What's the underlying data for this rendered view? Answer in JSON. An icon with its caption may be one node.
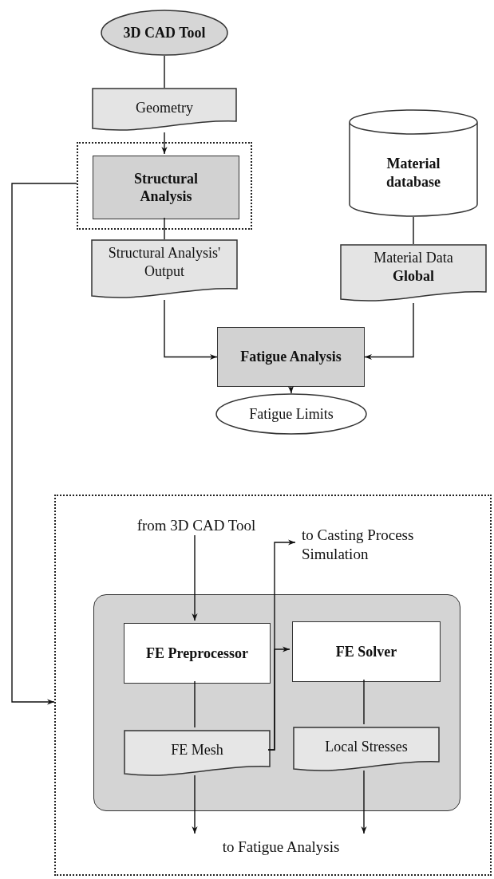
{
  "diagram": {
    "nodes": [
      {
        "text": [
          "3D CAD Tool"
        ]
      },
      {
        "text": [
          "Geometry"
        ]
      },
      {
        "text": [],
        "shape": "box"
      },
      {
        "text": [
          "Structural Analysis"
        ],
        "in": 2
      },
      {
        "text": [
          "Structural Analysis' Output"
        ]
      },
      {
        "text": [
          "Material database"
        ]
      },
      {
        "text": [
          "Material Data **Global**"
        ]
      },
      {
        "text": [
          "Fatigue Analysis"
        ]
      },
      {
        "text": [
          "Fatigue Limits"
        ]
      },
      {
        "text": [],
        "shape": "box"
      },
      {
        "text": [
          "from 3D CAD Tool"
        ],
        "in": 9
      },
      {
        "text": [
          "to Casting Process Simulation"
        ],
        "in": 9
      },
      {
        "text": [],
        "shape": "box",
        "in": 9
      },
      {
        "text": [
          "FE Preprocessor"
        ],
        "in": 12
      },
      {
        "text": [
          "FE Solver"
        ],
        "in": 12
      },
      {
        "text": [
          "FE Mesh"
        ],
        "in": 12
      },
      {
        "text": [
          "Local Stresses"
        ],
        "in": 12
      },
      {
        "text": [
          "to Fatigue Analysis"
        ],
        "in": 9
      }
    ],
    "edges": [
      {
        "from": 0,
        "to": 1,
        "arrow": "none"
      },
      {
        "from": 1,
        "to": 3,
        "arrow": "to"
      },
      {
        "from": 3,
        "to": 4,
        "arrow": "none"
      },
      {
        "from": 4,
        "to": 7,
        "arrow": "to"
      },
      {
        "from": 5,
        "to": 6,
        "arrow": "none"
      },
      {
        "from": 6,
        "to": 7,
        "arrow": "to"
      },
      {
        "from": 7,
        "to": 8,
        "arrow": "to"
      },
      {
        "from": 2,
        "to": 9,
        "arrow": "to"
      },
      {
        "from": 10,
        "to": 13,
        "arrow": "to"
      },
      {
        "from": 15,
        "to": 11,
        "arrow": "to"
      },
      {
        "from": 15,
        "to": 14,
        "arrow": "to"
      },
      {
        "from": 13,
        "to": 15,
        "arrow": "none"
      },
      {
        "from": 14,
        "to": 16,
        "arrow": "none"
      },
      {
        "from": 15,
        "to": 17,
        "arrow": "to"
      },
      {
        "from": 16,
        "to": 17,
        "arrow": "to"
      }
    ]
  }
}
